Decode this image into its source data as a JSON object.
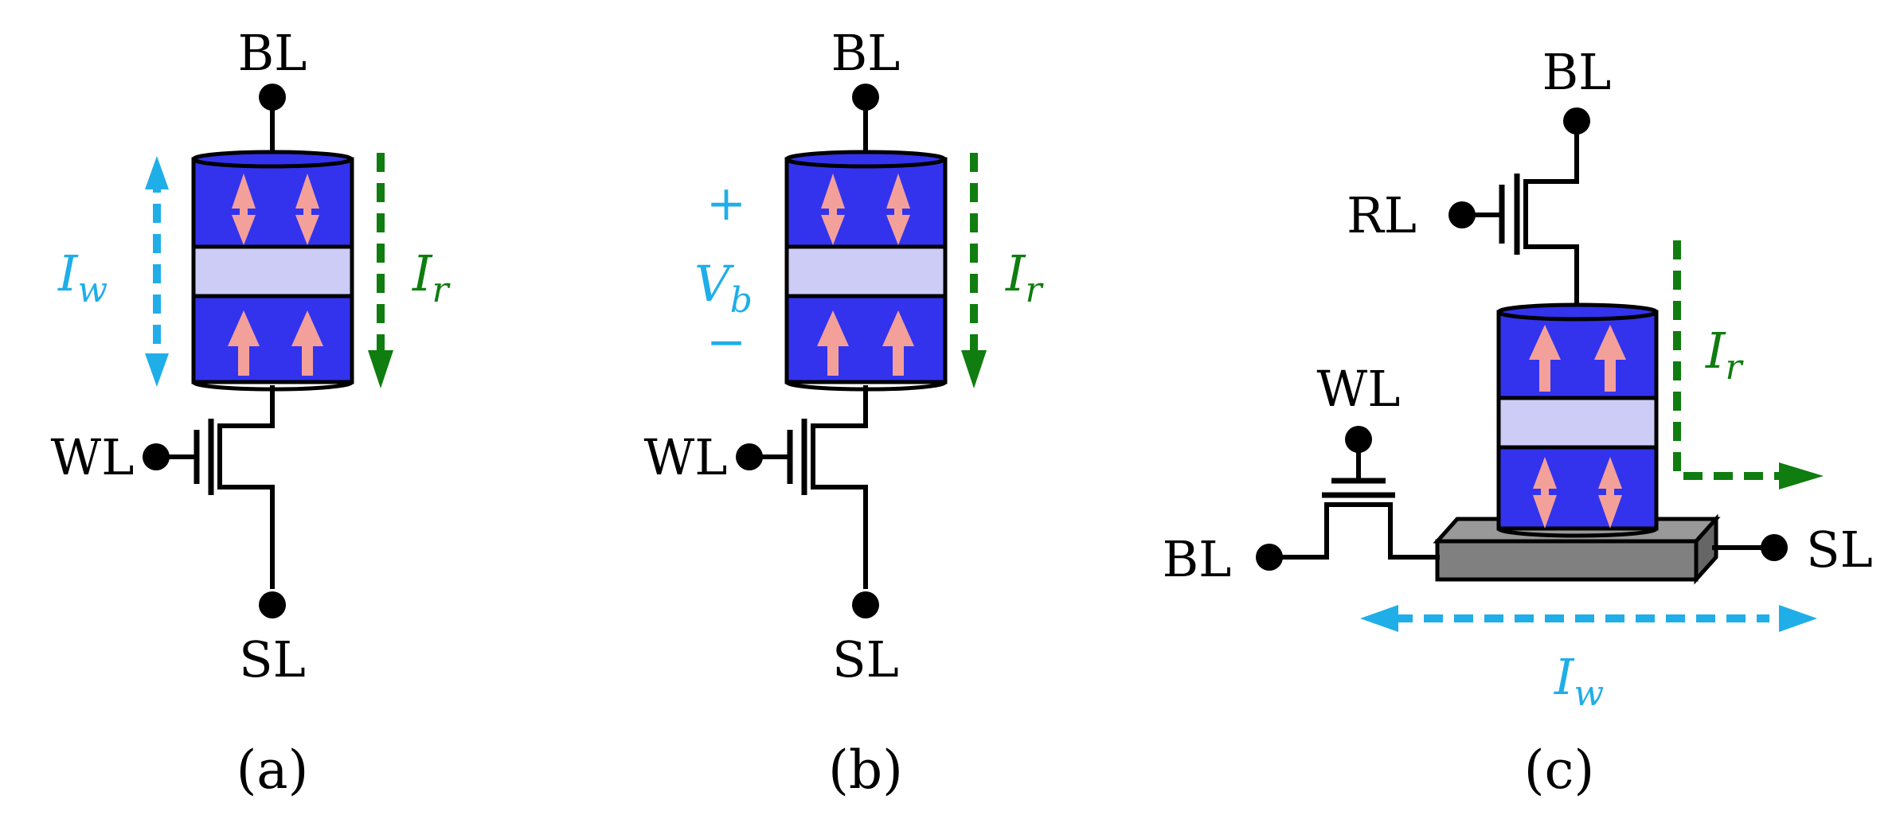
{
  "colors": {
    "mtj_blue": "#3333ee",
    "barrier": "#ccccf7",
    "spin_arrow": "#f4a09a",
    "write_current": "#1faee8",
    "read_current": "#0f7d0f",
    "heavy_metal": "#808080",
    "wire": "#000000"
  },
  "panels": [
    {
      "caption": "(a)",
      "bl_label": "BL",
      "wl_label": "WL",
      "sl_label": "SL",
      "write_current_symbol": "I",
      "write_current_sub": "w",
      "read_current_symbol": "I",
      "read_current_sub": "r",
      "free_layer_arrows": "bidirectional",
      "fixed_layer_arrows": "up"
    },
    {
      "caption": "(b)",
      "bl_label": "BL",
      "wl_label": "WL",
      "sl_label": "SL",
      "bias_plus": "+",
      "bias_minus": "−",
      "bias_symbol": "V",
      "bias_sub": "b",
      "read_current_symbol": "I",
      "read_current_sub": "r",
      "free_layer_arrows": "bidirectional",
      "fixed_layer_arrows": "up"
    },
    {
      "caption": "(c)",
      "top_bl_label": "BL",
      "rl_label": "RL",
      "wl_label": "WL",
      "left_bl_label": "BL",
      "sl_label": "SL",
      "read_current_symbol": "I",
      "read_current_sub": "r",
      "write_current_symbol": "I",
      "write_current_sub": "w",
      "fixed_layer_arrows": "up",
      "free_layer_arrows": "bidirectional"
    }
  ]
}
